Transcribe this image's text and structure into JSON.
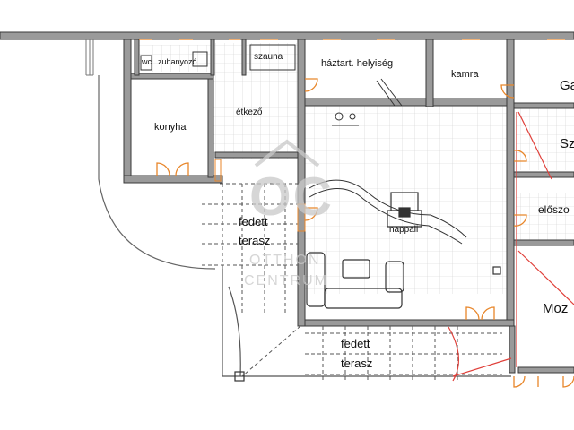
{
  "rooms": {
    "wc": "wc",
    "zuhanyozo": "zuhanyozó",
    "szauna": "szauna",
    "haztartasi": "háztart. helyiség",
    "kamra": "kamra",
    "konyha": "konyha",
    "etkezo": "étkező",
    "garage_partial": "Ga",
    "room_partial": "Sz",
    "eloszoba_partial": "előszo",
    "fedett_terasz_1_line1": "fedett",
    "fedett_terasz_1_line2": "terasz",
    "nappali": "nappali",
    "fedett_terasz_2_line1": "fedett",
    "fedett_terasz_2_line2": "terasz",
    "mozi_partial": "Moz"
  },
  "watermark": {
    "logo": "OC",
    "line1": "OTTHON",
    "line2": "CENTRUM"
  },
  "colors": {
    "wall": "#3a3a3a",
    "wall_fill": "#9a9a9a",
    "door": "#e8862a",
    "grid": "#c8c8c8",
    "red_line": "#e0403a",
    "dashed": "#555555"
  }
}
